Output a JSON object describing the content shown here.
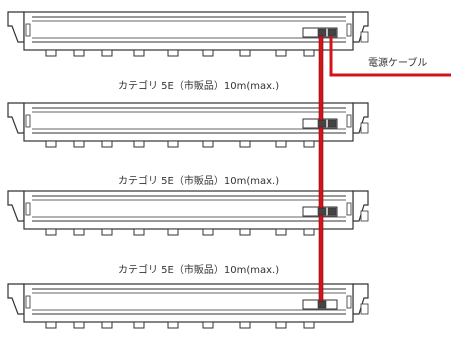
{
  "labels": {
    "cable_type": "カテゴリ 5E（市販品）10m(max.)",
    "power_cable": "電源ケーブル"
  },
  "colors": {
    "outline": "#333333",
    "cable": "#d4141a"
  },
  "units": [
    {
      "id": 1,
      "ports": 2
    },
    {
      "id": 2,
      "ports": 2
    },
    {
      "id": 3,
      "ports": 2
    },
    {
      "id": 4,
      "ports": 1
    }
  ]
}
